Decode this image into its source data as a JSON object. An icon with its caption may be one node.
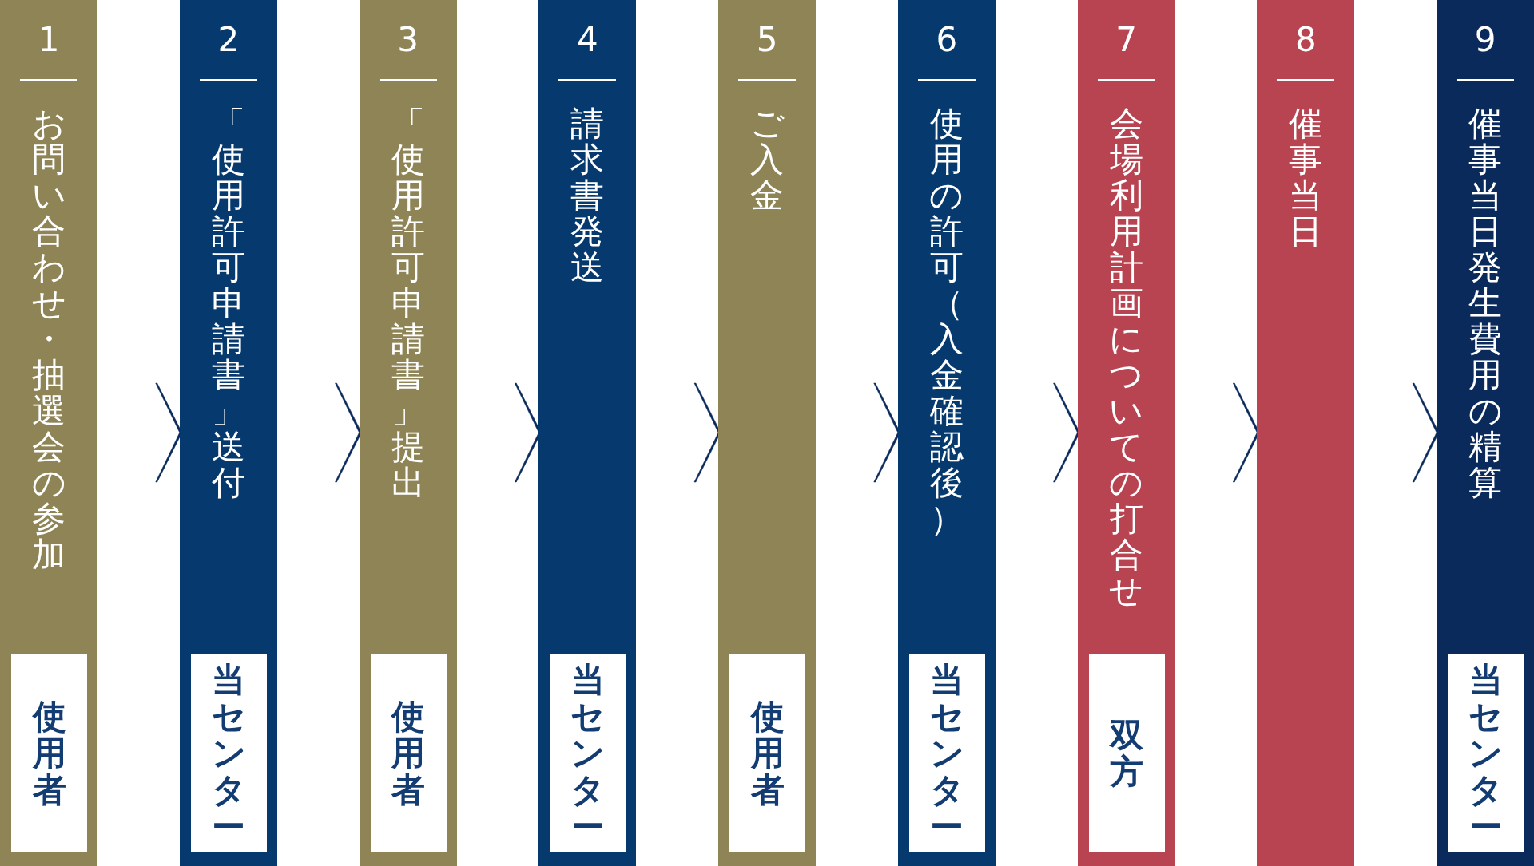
{
  "diagram": {
    "nodes": [
      {
        "text": [
          "1",
          "お問い合わせ・抽選会の参加"
        ]
      },
      {
        "text": [
          "使用者"
        ],
        "in": 0
      },
      {
        "text": [
          "2",
          "「使用許可申請書」送付"
        ]
      },
      {
        "text": [
          "当センター"
        ],
        "in": 2
      },
      {
        "text": [
          "3",
          "「使用許可申請書」提出"
        ]
      },
      {
        "text": [
          "使用者"
        ],
        "in": 4
      },
      {
        "text": [
          "4",
          "請求書発送"
        ]
      },
      {
        "text": [
          "当センター"
        ],
        "in": 6
      },
      {
        "text": [
          "5",
          "ご入金"
        ]
      },
      {
        "text": [
          "使用者"
        ],
        "in": 8
      },
      {
        "text": [
          "6",
          "使用の許可（入金確認後）"
        ]
      },
      {
        "text": [
          "当センター"
        ],
        "in": 10
      },
      {
        "text": [
          "7",
          "会場利用計画についての打合せ"
        ]
      },
      {
        "text": [
          "双方"
        ],
        "in": 12
      },
      {
        "text": [
          "8",
          "催事当日"
        ]
      },
      {
        "text": [
          "9",
          "催事当日発生費用の精算"
        ]
      },
      {
        "text": [
          "当センター"
        ],
        "in": 15
      }
    ],
    "edges": [
      {
        "from": 0,
        "to": 2,
        "arrow": "to"
      },
      {
        "from": 2,
        "to": 4,
        "arrow": "to"
      },
      {
        "from": 4,
        "to": 6,
        "arrow": "to"
      },
      {
        "from": 6,
        "to": 8,
        "arrow": "to"
      },
      {
        "from": 8,
        "to": 10,
        "arrow": "to"
      },
      {
        "from": 10,
        "to": 12,
        "arrow": "to"
      },
      {
        "from": 12,
        "to": 14,
        "arrow": "to"
      },
      {
        "from": 14,
        "to": 15,
        "arrow": "to"
      }
    ]
  }
}
